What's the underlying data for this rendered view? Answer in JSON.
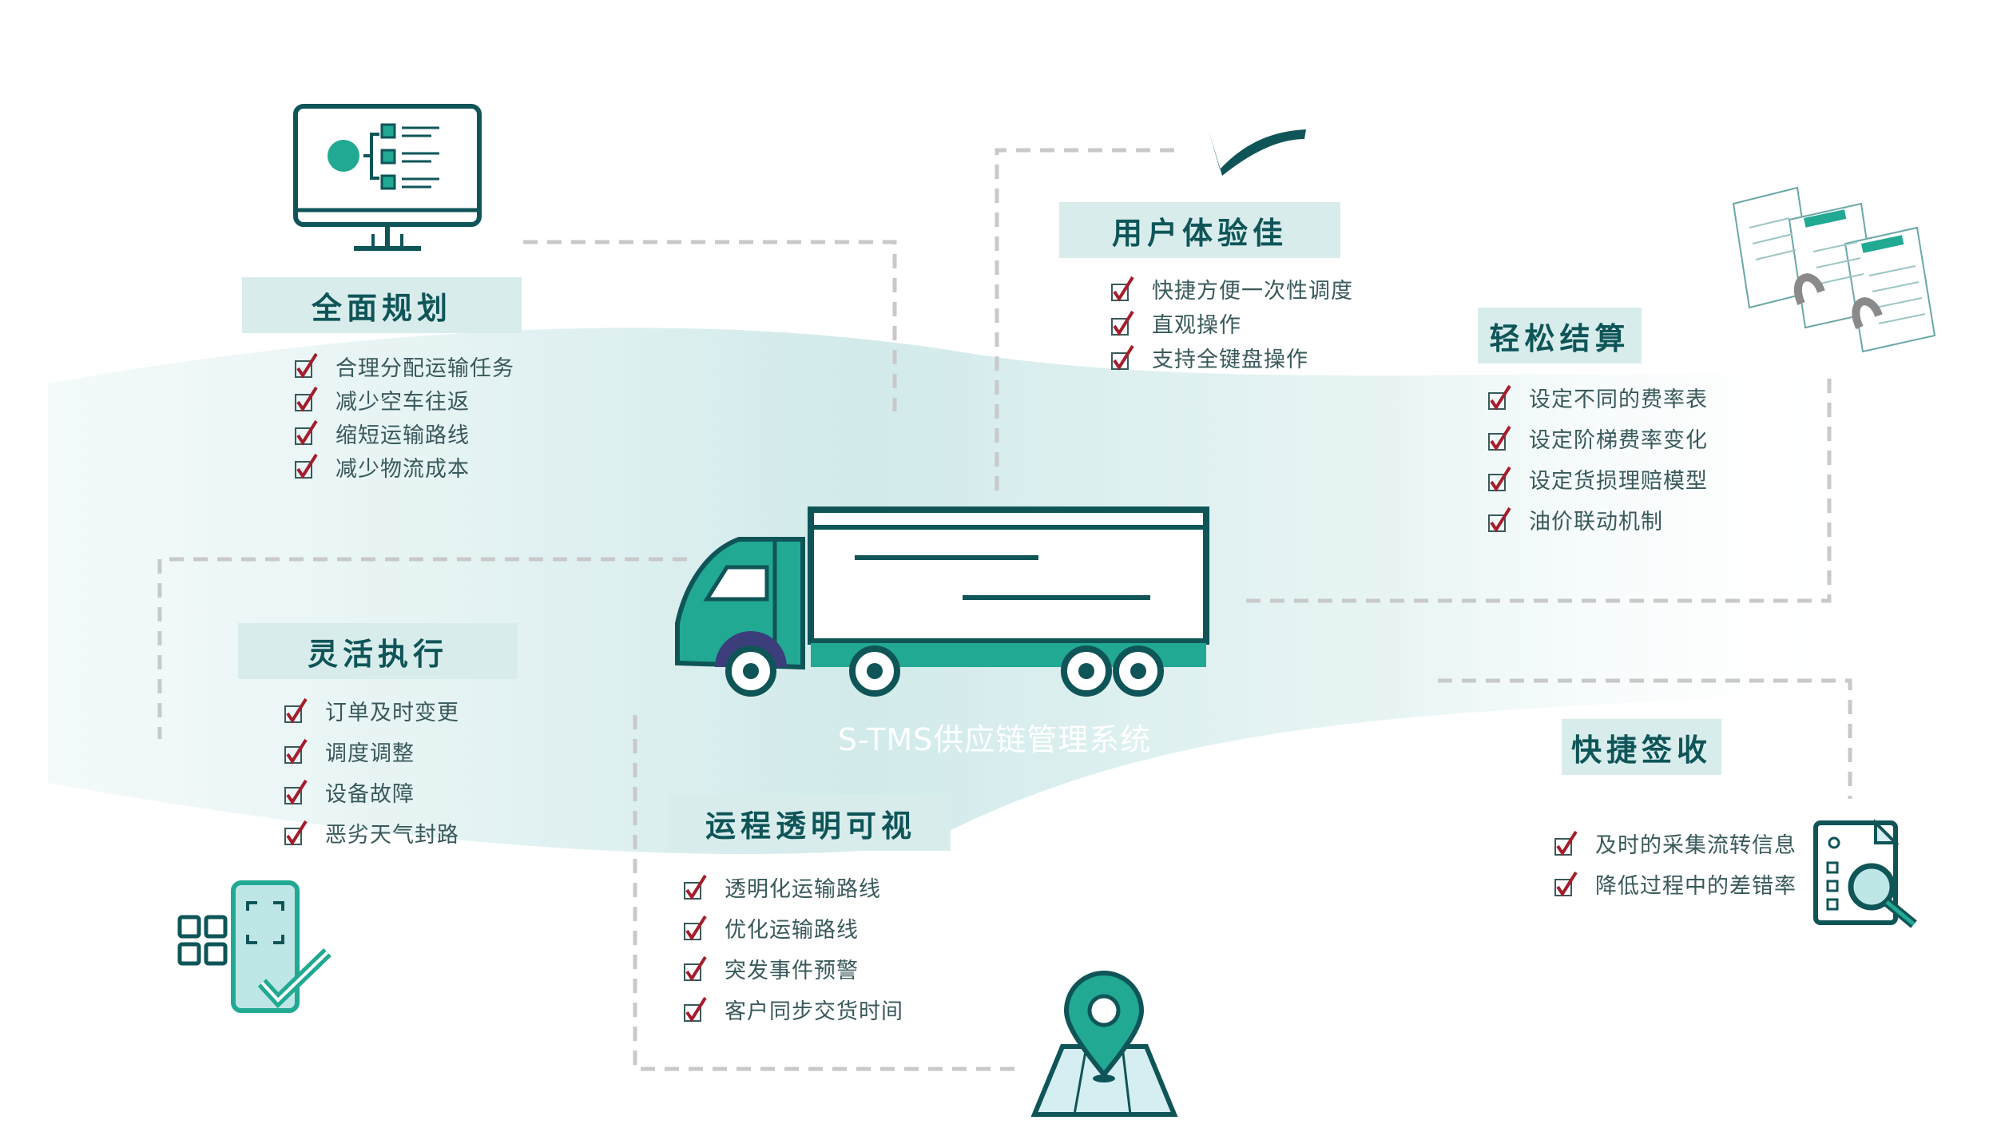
{
  "system_caption": "S-TMS供应链管理系统",
  "colors": {
    "teal": "#21a993",
    "dark_teal": "#0f5558",
    "title_bg": "#d9ecec",
    "check_red": "#a51d2c",
    "dash": "#c9c9c9"
  },
  "icons": [
    "monitor-icon",
    "checkmark-icon",
    "documents-icon",
    "truck-icon",
    "phone-qr-scan-icon",
    "location-map-icon",
    "clipboard-magnifier-icon"
  ],
  "sections": {
    "planning": {
      "title": "全面规划",
      "items": [
        "合理分配运输任务",
        "减少空车往返",
        "缩短运输路线",
        "减少物流成本"
      ]
    },
    "ux": {
      "title": "用户体验佳",
      "items": [
        "快捷方便一次性调度",
        "直观操作",
        "支持全键盘操作"
      ]
    },
    "settlement": {
      "title": "轻松结算",
      "items": [
        "设定不同的费率表",
        "设定阶梯费率变化",
        "设定货损理赔模型",
        "油价联动机制"
      ]
    },
    "execution": {
      "title": "灵活执行",
      "items": [
        "订单及时变更",
        "调度调整",
        "设备故障",
        "恶劣天气封路"
      ]
    },
    "transparency": {
      "title": "运程透明可视",
      "items": [
        "透明化运输路线",
        "优化运输路线",
        "突发事件预警",
        "客户同步交货时间"
      ]
    },
    "signoff": {
      "title": "快捷签收",
      "items": [
        "及时的采集流转信息",
        "降低过程中的差错率"
      ]
    }
  }
}
